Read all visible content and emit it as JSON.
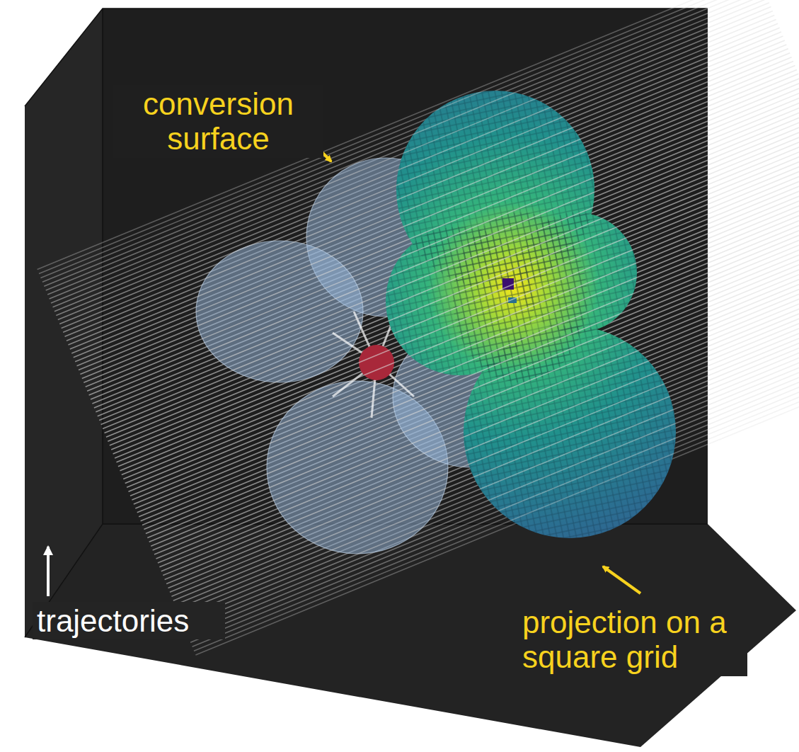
{
  "diagram": {
    "labels": [
      "conversion surface",
      "trajectories",
      "projection on a square grid"
    ]
  }
}
